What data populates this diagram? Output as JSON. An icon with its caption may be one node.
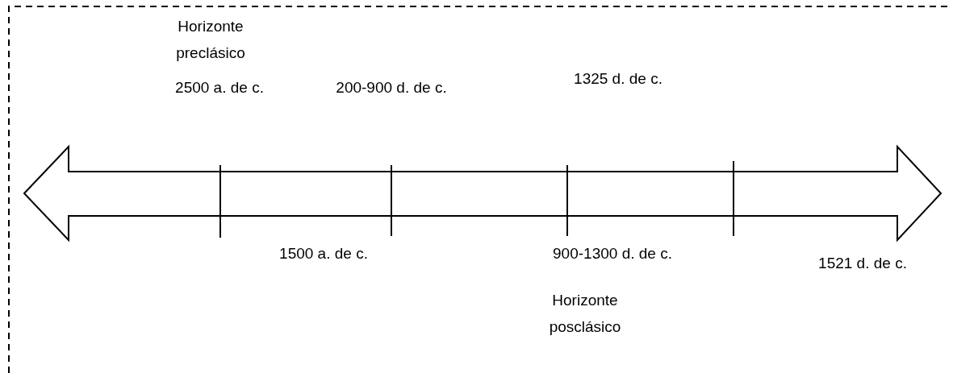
{
  "diagram": {
    "labels": [
      "Horizonte preclásico",
      "2500 a. de c.",
      "200-900 d. de c.",
      "1325 d. de c.",
      "1500 a. de c.",
      "900-1300 d. de c.",
      "1521 d. de c.",
      "Horizonte posclásico"
    ]
  }
}
